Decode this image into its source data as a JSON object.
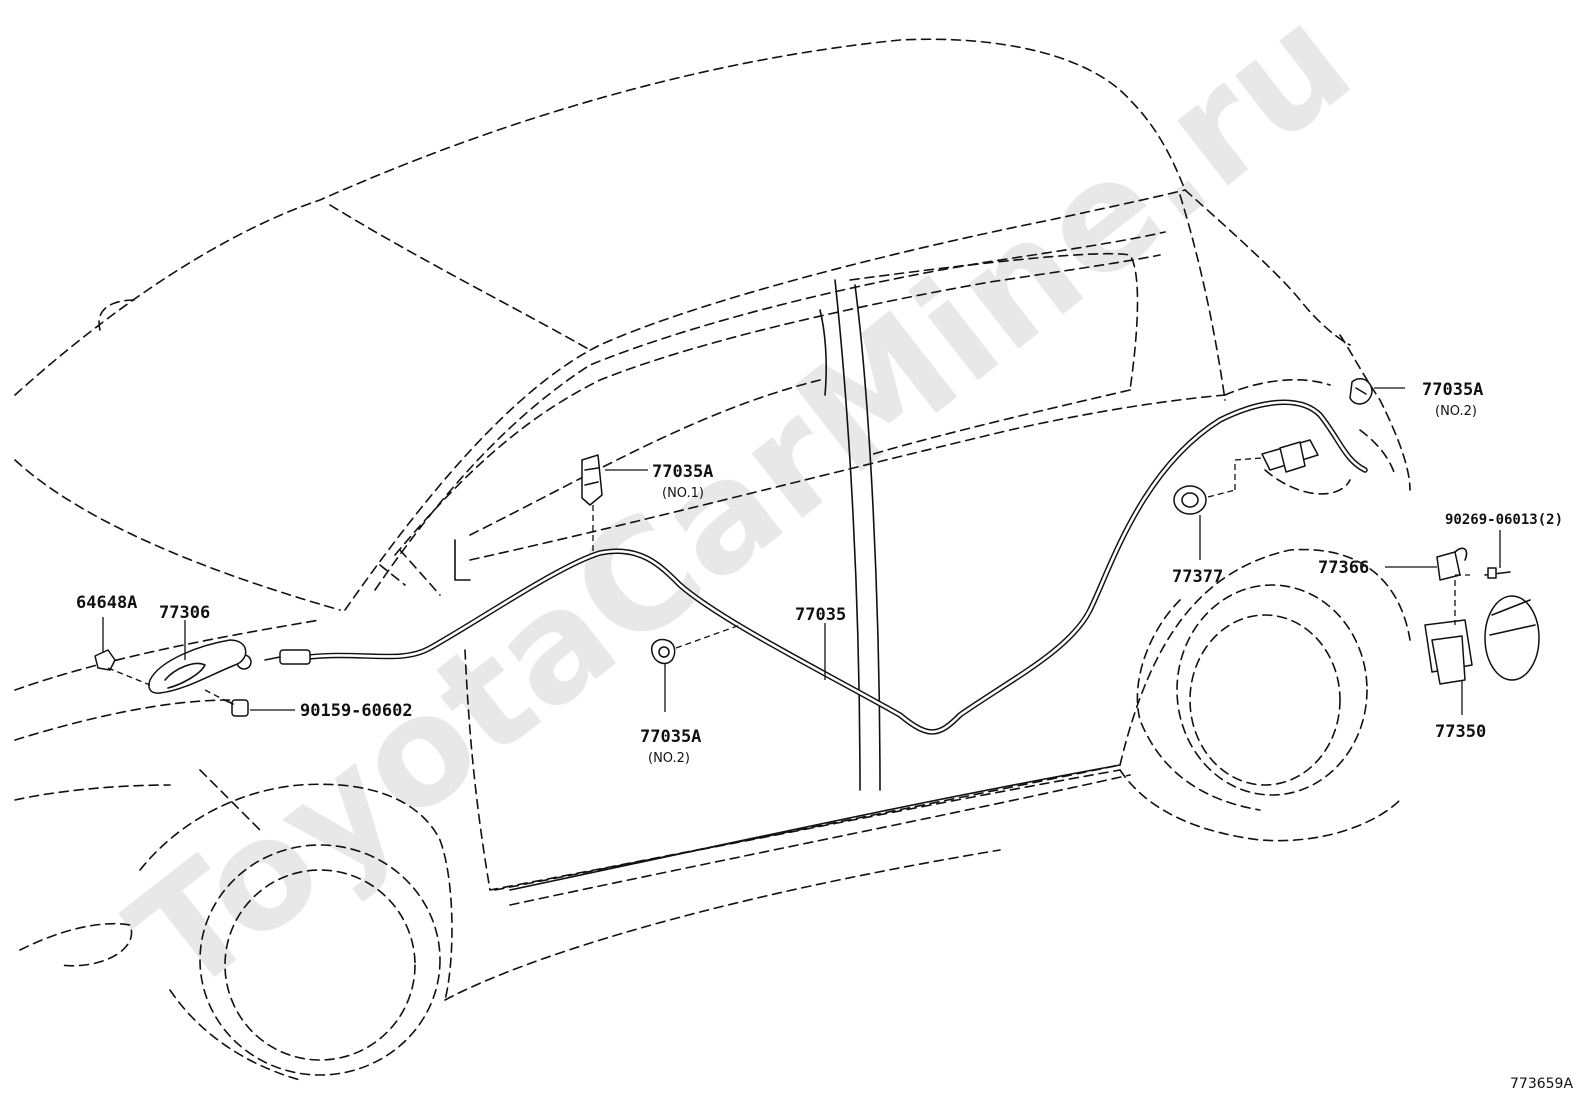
{
  "watermark": "ToyotaCarMine.ru",
  "figure_id": "773659A",
  "parts": {
    "p64648A": "64648A",
    "p77306": "77306",
    "p90159": "90159-60602",
    "p77035A_no1": "77035A",
    "p77035A_no1_note": "(NO.1)",
    "p77035": "77035",
    "p77035A_mid": "77035A",
    "p77035A_mid_note": "(NO.2)",
    "p77377": "77377",
    "p77035A_top": "77035A",
    "p77035A_top_note": "(NO.2)",
    "p90269": "90269-06013(2)",
    "p77366": "77366",
    "p77350": "77350"
  }
}
